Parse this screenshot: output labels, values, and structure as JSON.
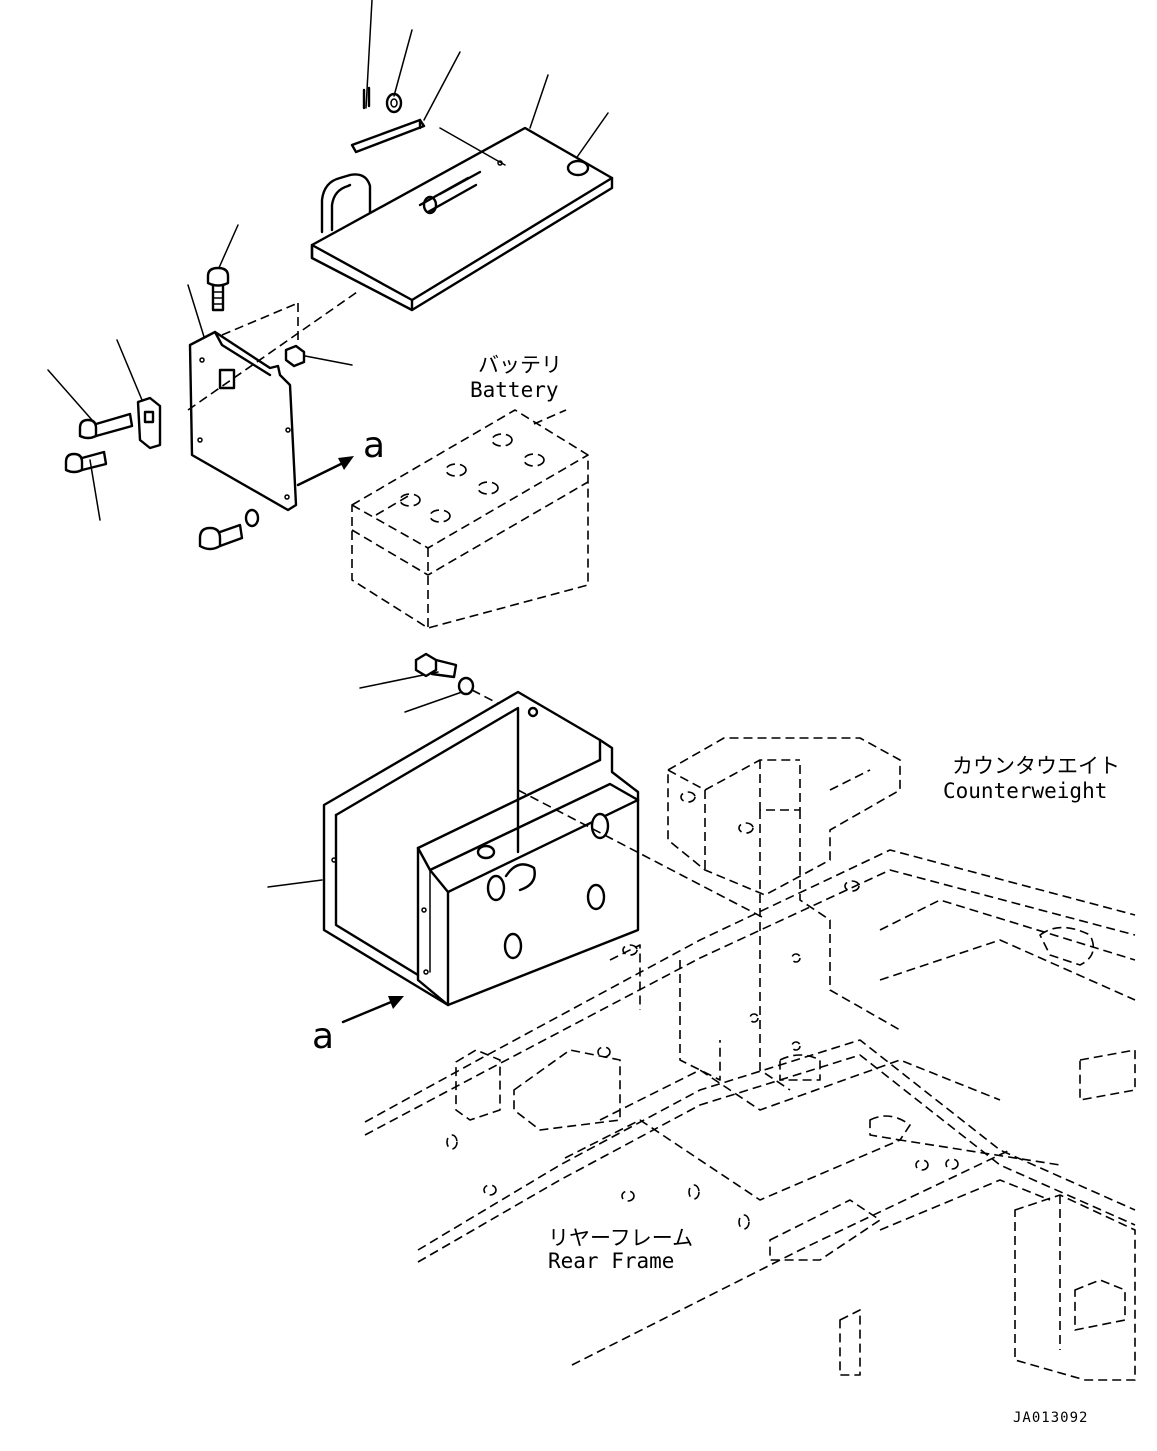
{
  "labels": {
    "battery_jp": "バッテリ",
    "battery_en": "Battery",
    "counterweight_jp": "カウンタウエイト",
    "counterweight_en": "Counterweight",
    "rear_frame_jp": "リヤーフレーム",
    "rear_frame_en": "Rear Frame",
    "view_a_upper": "a",
    "view_a_lower": "a",
    "drawing_code": "JA013092"
  }
}
